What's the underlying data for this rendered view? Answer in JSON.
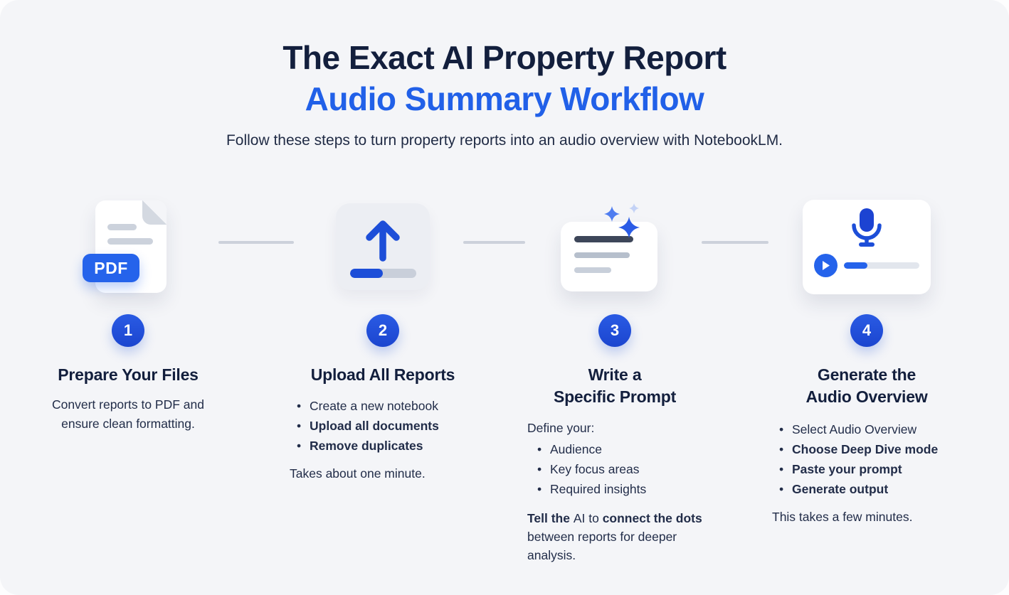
{
  "page": {
    "title_line1": "The Exact AI Property Report",
    "title_line2": "Audio Summary Workflow",
    "subtitle": "Follow these steps to turn property reports into an audio overview with NotebookLM."
  },
  "colors": {
    "accent_blue": "#2563eb",
    "deep_blue": "#1d4ed8",
    "title_navy": "#131f3d",
    "body_text": "#222d49",
    "canvas_bg": "#f4f5f8",
    "connector_gray": "#ccd1db"
  },
  "steps": [
    {
      "number": "1",
      "icon": "pdf-document-icon",
      "badge_label": "PDF",
      "title_lines": [
        "Prepare Your Files"
      ],
      "body": "Convert reports to PDF and ensure clean formatting."
    },
    {
      "number": "2",
      "icon": "upload-icon",
      "title_lines": [
        "Upload All Reports"
      ],
      "bullets": [
        {
          "text": "Create a new notebook",
          "bold": false
        },
        {
          "text": "Upload all documents",
          "bold": true
        },
        {
          "text": "Remove duplicates",
          "bold": true
        }
      ],
      "footer": "Takes about one minute."
    },
    {
      "number": "3",
      "icon": "prompt-document-sparkles-icon",
      "title_lines": [
        "Write a",
        "Specific Prompt"
      ],
      "intro": "Define your:",
      "bullets": [
        {
          "text": "Audience",
          "bold": false
        },
        {
          "text": "Key focus areas",
          "bold": false
        },
        {
          "text": "Required insights",
          "bold": false
        }
      ],
      "footer_segments": [
        {
          "text": "Tell the ",
          "bold": true
        },
        {
          "text": "AI to ",
          "bold": false
        },
        {
          "text": "connect the dots",
          "bold": true
        },
        {
          "text": " between reports for deeper analysis.",
          "bold": false
        }
      ]
    },
    {
      "number": "4",
      "icon": "audio-overview-player-icon",
      "title_lines": [
        "Generate the",
        "Audio Overview"
      ],
      "bullets": [
        {
          "text": "Select Audio Overview",
          "bold": false
        },
        {
          "text": "Choose Deep Dive mode",
          "bold": true
        },
        {
          "text": "Paste your prompt",
          "bold": true
        },
        {
          "text": "Generate output",
          "bold": true
        }
      ],
      "footer": "This takes a few minutes."
    }
  ]
}
